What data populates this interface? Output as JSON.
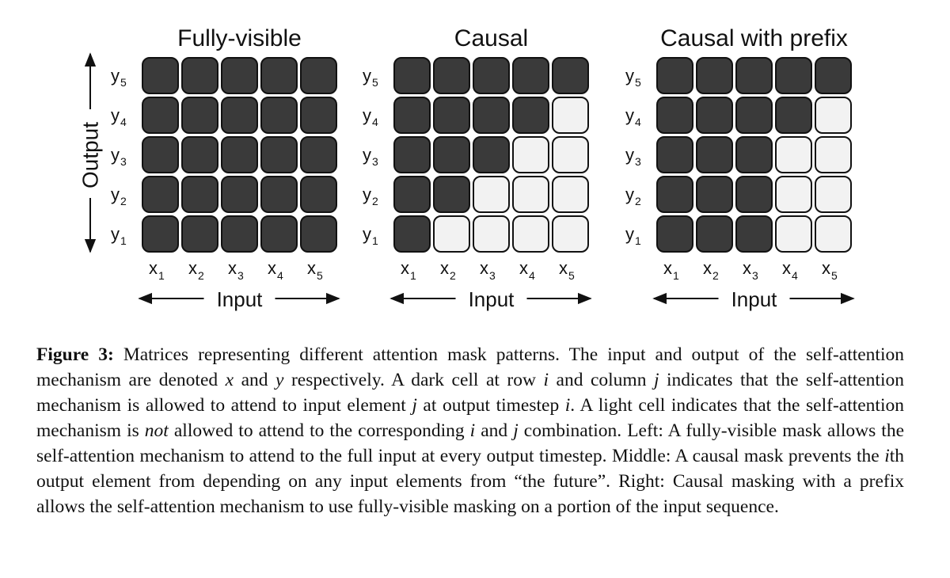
{
  "figure": {
    "output_label": "Output",
    "input_label": "Input",
    "rows": [
      "y5",
      "y4",
      "y3",
      "y2",
      "y1"
    ],
    "row_subscripts": [
      "5",
      "4",
      "3",
      "2",
      "1"
    ],
    "row_letter": "y",
    "columns": [
      "x1",
      "x2",
      "x3",
      "x4",
      "x5"
    ],
    "col_subscripts": [
      "1",
      "2",
      "3",
      "4",
      "5"
    ],
    "col_letter": "x",
    "colors": {
      "dark": "#3a3a3a",
      "light": "#f2f2f2",
      "border": "#111111"
    },
    "panels": [
      {
        "id": "fully-visible",
        "title": "Fully-visible",
        "mask": [
          [
            1,
            1,
            1,
            1,
            1
          ],
          [
            1,
            1,
            1,
            1,
            1
          ],
          [
            1,
            1,
            1,
            1,
            1
          ],
          [
            1,
            1,
            1,
            1,
            1
          ],
          [
            1,
            1,
            1,
            1,
            1
          ]
        ]
      },
      {
        "id": "causal",
        "title": "Causal",
        "mask": [
          [
            1,
            1,
            1,
            1,
            1
          ],
          [
            1,
            1,
            1,
            1,
            0
          ],
          [
            1,
            1,
            1,
            0,
            0
          ],
          [
            1,
            1,
            0,
            0,
            0
          ],
          [
            1,
            0,
            0,
            0,
            0
          ]
        ]
      },
      {
        "id": "causal-with-prefix",
        "title": "Causal with prefix",
        "mask": [
          [
            1,
            1,
            1,
            1,
            1
          ],
          [
            1,
            1,
            1,
            1,
            0
          ],
          [
            1,
            1,
            1,
            0,
            0
          ],
          [
            1,
            1,
            1,
            0,
            0
          ],
          [
            1,
            1,
            1,
            0,
            0
          ]
        ]
      }
    ]
  },
  "caption": {
    "label": "Figure 3:",
    "p1": " Matrices representing different attention mask patterns. The input and output of the self-attention mechanism are denoted ",
    "x": "x",
    "p2": " and ",
    "y": "y",
    "p3": " respectively. A dark cell at row ",
    "i1": "i",
    "p4": " and column ",
    "j1": "j",
    "p5": " indicates that the self-attention mechanism is allowed to attend to input element ",
    "j2": "j",
    "p6": " at output timestep ",
    "i2": "i",
    "p7": ". A light cell indicates that the self-attention mechanism is ",
    "not": "not",
    "p8": " allowed to attend to the corresponding ",
    "i3": "i",
    "p9": " and ",
    "j3": "j",
    "p10": " combination. Left: A fully-visible mask allows the self-attention mechanism to attend to the full input at every output timestep. Middle: A causal mask prevents the ",
    "i4": "i",
    "p11": "th output element from depending on any input elements from “the future”. Right: Causal masking with a prefix allows the self-attention mechanism to use fully-visible masking on a portion of the input sequence."
  }
}
